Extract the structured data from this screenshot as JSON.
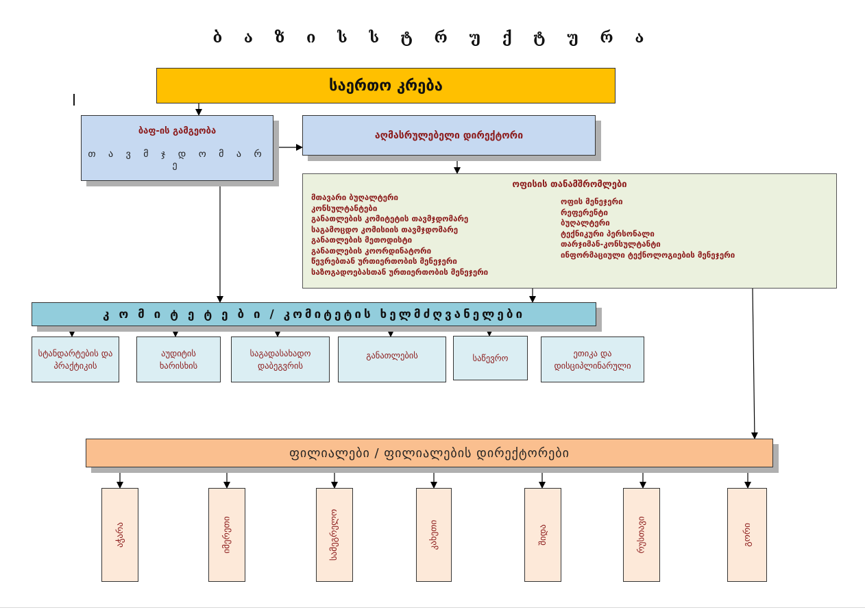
{
  "title": "ბ ა ზ ი ს   ს ტ რ უ ქ ტ უ რ ა",
  "general_assembly": "საერთო კრება",
  "board": {
    "name": "ბაფ-ის გამგეობა",
    "chair": "თ ა ვ მ ჯ დ ო მ ა რ ე"
  },
  "executive_director": "აღმასრულებელი დირექტორი",
  "office_staff": {
    "title": "ოფისის თანამშრომლები",
    "left_column": [
      "მთავარი ბუღალტერი",
      "კონსულტანტები",
      "განათლების კომიტეტის თავმჯდომარე",
      "საგამოცდო კომისიის თავმჯდომარე",
      "განათლების მეთოდისტი",
      "განათლების კოორდინატორი",
      "წევრებთან ურთიერთობის მენეჯერი",
      "საზოგადოებასთან ურთიერთობის მენეჯერი"
    ],
    "right_column": [
      "ოფის მენეჯერი",
      "რეფერენტი",
      "ბუღალტერი",
      "ტექნიკური პერსონალი",
      "თარჯიმან-კონსულტანტი",
      "ინფორმაციული ტექნოლოგიების მენეჯერი"
    ]
  },
  "committees": {
    "title": "კ ო მ ი ტ ე ტ ე ბ ი / კომიტეტის ხელმძღვანელები",
    "items": [
      "სტანდარტების და პრაქტიკის",
      "აუდიტის ხარისხის",
      "საგადასახადო დაბეგვრის",
      "განათლების",
      "საწევრო",
      "ეთიკა და დისციპლინარული"
    ]
  },
  "branches": {
    "title": "ფილიალები / ფილიალების დირექტორები",
    "items": [
      "აჭარა",
      "იმერეთი",
      "სამეგრელო",
      "კახეთი",
      "შიდა",
      "რუსთავი",
      "გორი"
    ]
  }
}
